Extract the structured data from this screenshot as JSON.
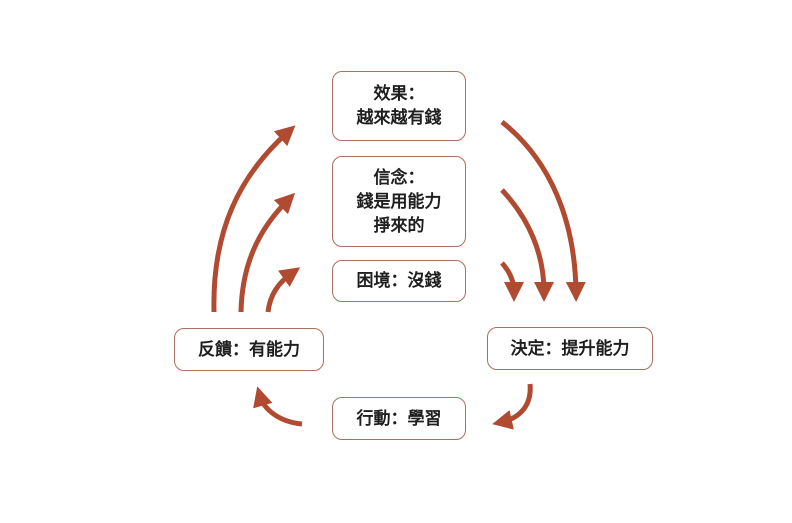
{
  "diagram": {
    "accent_color": "#b04a30",
    "border_color": "#a8705f",
    "nodes": {
      "effect": {
        "lines": [
          "效果：",
          "越來越有錢"
        ]
      },
      "belief": {
        "lines": [
          "信念：",
          "錢是用能力",
          "掙來的"
        ]
      },
      "dilemma": {
        "lines": [
          "困境：沒錢"
        ]
      },
      "decision": {
        "lines": [
          "決定：提升能力"
        ]
      },
      "action": {
        "lines": [
          "行動：學習"
        ]
      },
      "feedback": {
        "lines": [
          "反饋：有能力"
        ]
      }
    }
  }
}
